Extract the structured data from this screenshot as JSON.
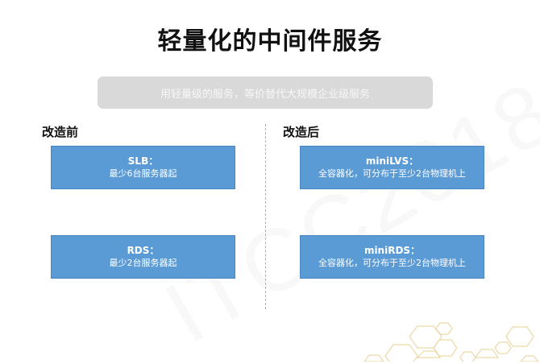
{
  "slide": {
    "title": "轻量化的中间件服务",
    "banner": "用轻量级的服务，等价替代大规模企业级服务",
    "watermark": "ITCC2018",
    "before": {
      "label": "改造前",
      "cards": [
        {
          "name": "SLB：",
          "desc": "最少6台服务器起"
        },
        {
          "name": "RDS：",
          "desc": "最少2台服务器起"
        }
      ]
    },
    "after": {
      "label": "改造后",
      "cards": [
        {
          "name": "miniLVS：",
          "desc": "全容器化，可分布于至少2台物理机上"
        },
        {
          "name": "miniRDS：",
          "desc": "全容器化，可分布于至少2台物理机上"
        }
      ]
    },
    "colors": {
      "card": "#5b9bd5",
      "banner": "#d9d9d9",
      "divider": "#8db3e2",
      "hex_decoration": "#e8d3a0"
    }
  }
}
